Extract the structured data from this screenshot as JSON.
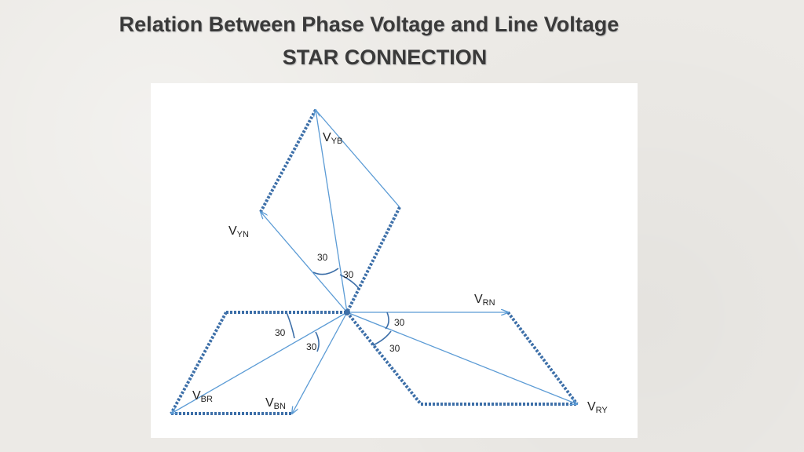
{
  "header": {
    "title": "Relation Between Phase Voltage and Line Voltage",
    "subtitle": "STAR CONNECTION"
  },
  "diagram": {
    "line_color": "#5b9bd5",
    "dash_color": "#3d6fa8",
    "labels": {
      "vyb": {
        "main": "V",
        "sub": "YB"
      },
      "vyn": {
        "main": "V",
        "sub": "YN"
      },
      "vrn": {
        "main": "V",
        "sub": "RN"
      },
      "vry": {
        "main": "V",
        "sub": "RY"
      },
      "vbr": {
        "main": "V",
        "sub": "BR"
      },
      "vbn": {
        "main": "V",
        "sub": "BN"
      }
    },
    "angles": [
      "30",
      "30",
      "30",
      "30",
      "30",
      "30"
    ]
  }
}
